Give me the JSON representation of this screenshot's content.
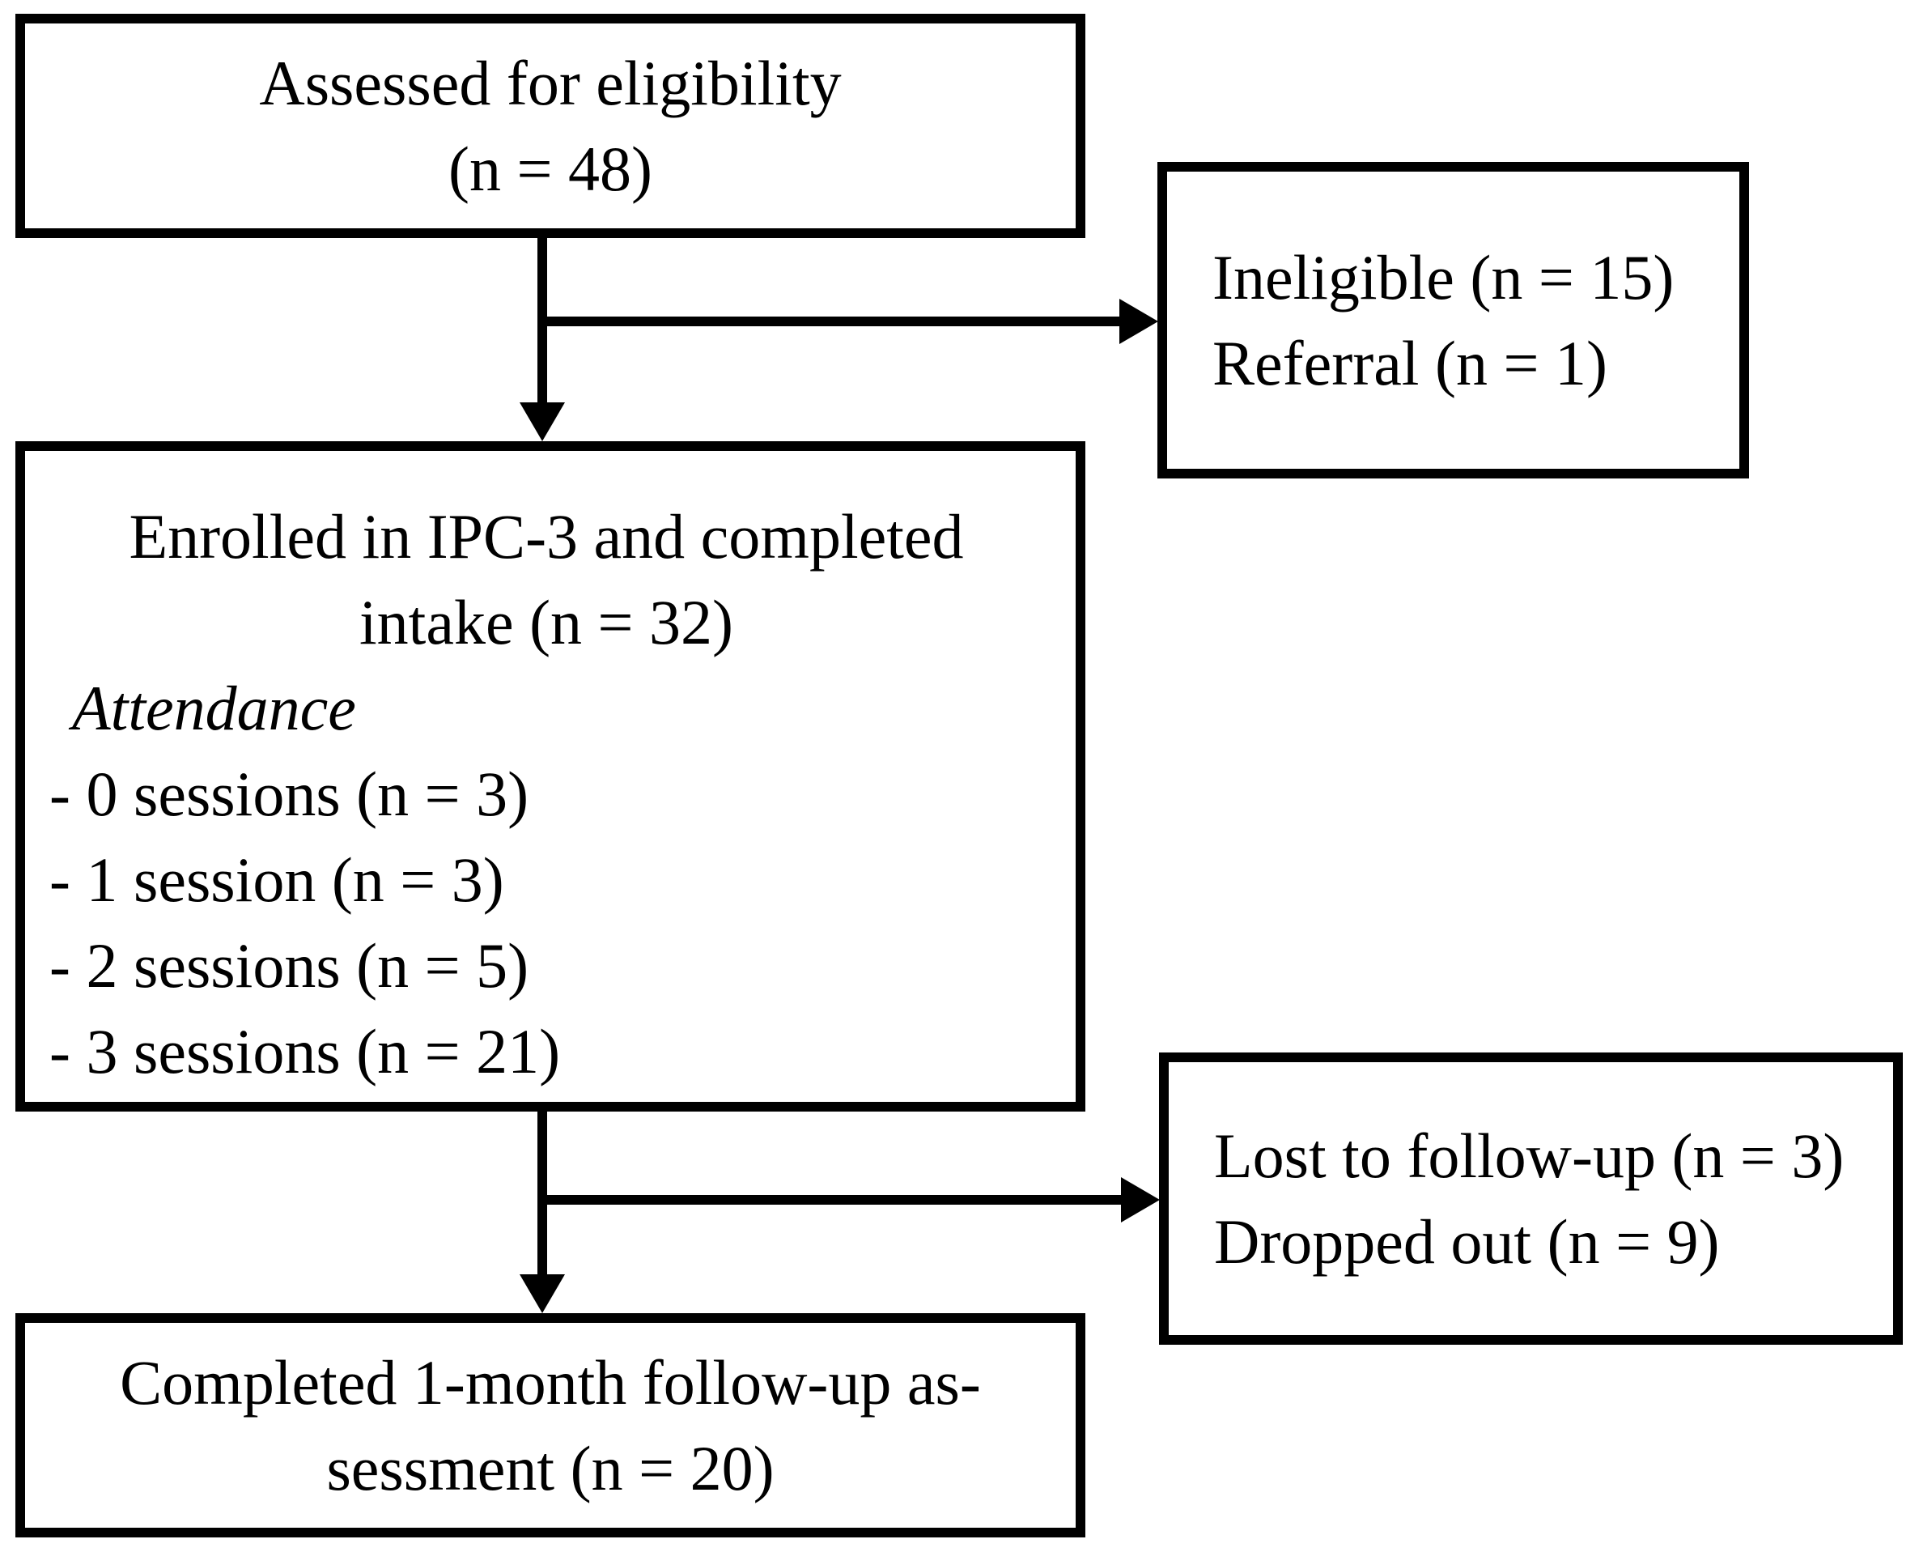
{
  "colors": {
    "line": "#000000",
    "background": "#ffffff"
  },
  "boxes": {
    "assessed": {
      "line1": "Assessed for eligibility",
      "line2": "(n = 48)"
    },
    "exclusions1": {
      "line1": "Ineligible (n = 15)",
      "line2": "Referral (n = 1)"
    },
    "enrolled": {
      "line1": "Enrolled in IPC-3 and completed",
      "line2": "intake (n = 32)",
      "attendance_heading": "Attendance",
      "attendance_items": [
        "- 0 sessions (n = 3)",
        "- 1 session (n = 3)",
        "- 2 sessions (n = 5)",
        "- 3 sessions (n = 21)"
      ]
    },
    "exclusions2": {
      "line1": "Lost to follow-up (n = 3)",
      "line2": "Dropped out (n = 9)"
    },
    "completed": {
      "line1": "Completed 1-month follow-up as-",
      "line2": "sessment (n = 20)"
    }
  }
}
